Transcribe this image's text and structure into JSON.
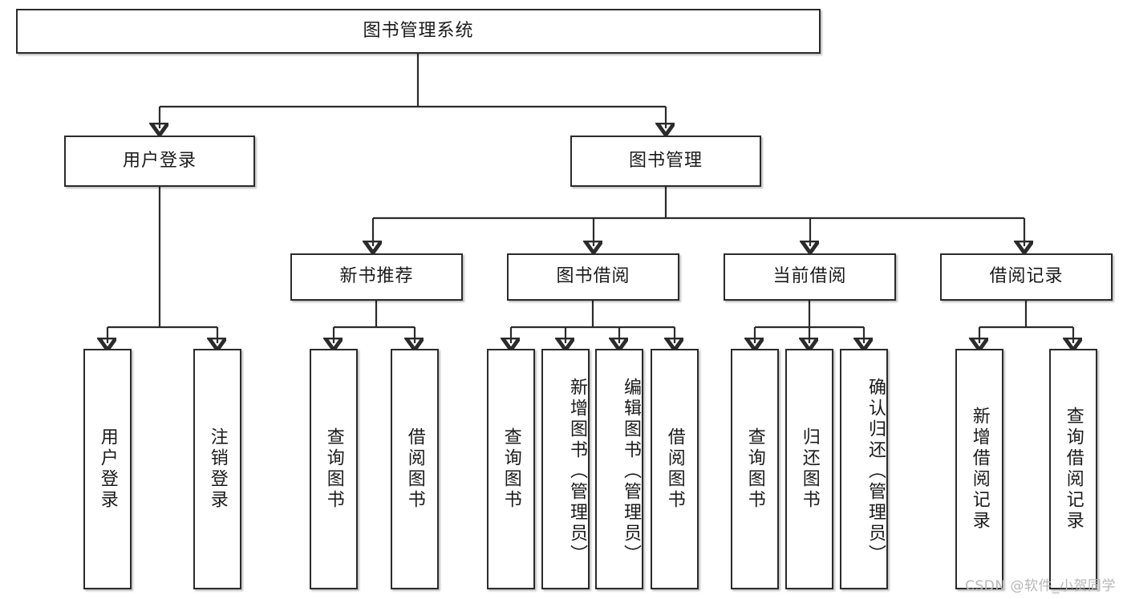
{
  "diagram": {
    "title": "图书管理系统",
    "type": "tree",
    "colors": {
      "box_border": "#2b2b2b",
      "box_fill": "#ffffff",
      "link": "#2b2b2b",
      "text": "#1a1a1a",
      "watermark": "#b7b7b7"
    },
    "root": {
      "label": "图书管理系统"
    },
    "level2": [
      {
        "label": "用户登录"
      },
      {
        "label": "图书管理"
      }
    ],
    "level3": [
      {
        "label": "新书推荐"
      },
      {
        "label": "图书借阅"
      },
      {
        "label": "当前借阅"
      },
      {
        "label": "借阅记录"
      }
    ],
    "leaves": {
      "user_login": [
        {
          "label": "用户登录"
        },
        {
          "label": "注销登录"
        }
      ],
      "new_book_recommend": [
        {
          "label": "查询图书"
        },
        {
          "label": "借阅图书"
        }
      ],
      "book_borrow": [
        {
          "label": "查询图书"
        },
        {
          "label": "新增图书（管理员）"
        },
        {
          "label": "编辑图书（管理员）"
        },
        {
          "label": "借阅图书"
        }
      ],
      "current_borrow": [
        {
          "label": "查询图书"
        },
        {
          "label": "归还图书"
        },
        {
          "label": "确认归还（管理员）"
        }
      ],
      "borrow_record": [
        {
          "label": "新增借阅记录"
        },
        {
          "label": "查询借阅记录"
        }
      ]
    }
  },
  "watermark": {
    "text": "CSDN @软件_小贺同学"
  }
}
